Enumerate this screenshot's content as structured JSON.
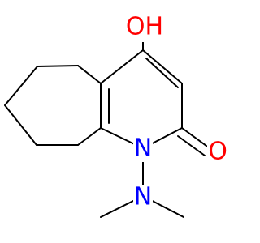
{
  "molecule": {
    "atoms": [
      {
        "id": "oh",
        "text": "OH",
        "color": "#ff0000"
      },
      {
        "id": "carbonyl_o",
        "text": "O",
        "color": "#ff0000"
      },
      {
        "id": "ring_n",
        "text": "N",
        "color": "#0000ff"
      },
      {
        "id": "amine_n",
        "text": "N",
        "color": "#0000ff"
      }
    ]
  }
}
